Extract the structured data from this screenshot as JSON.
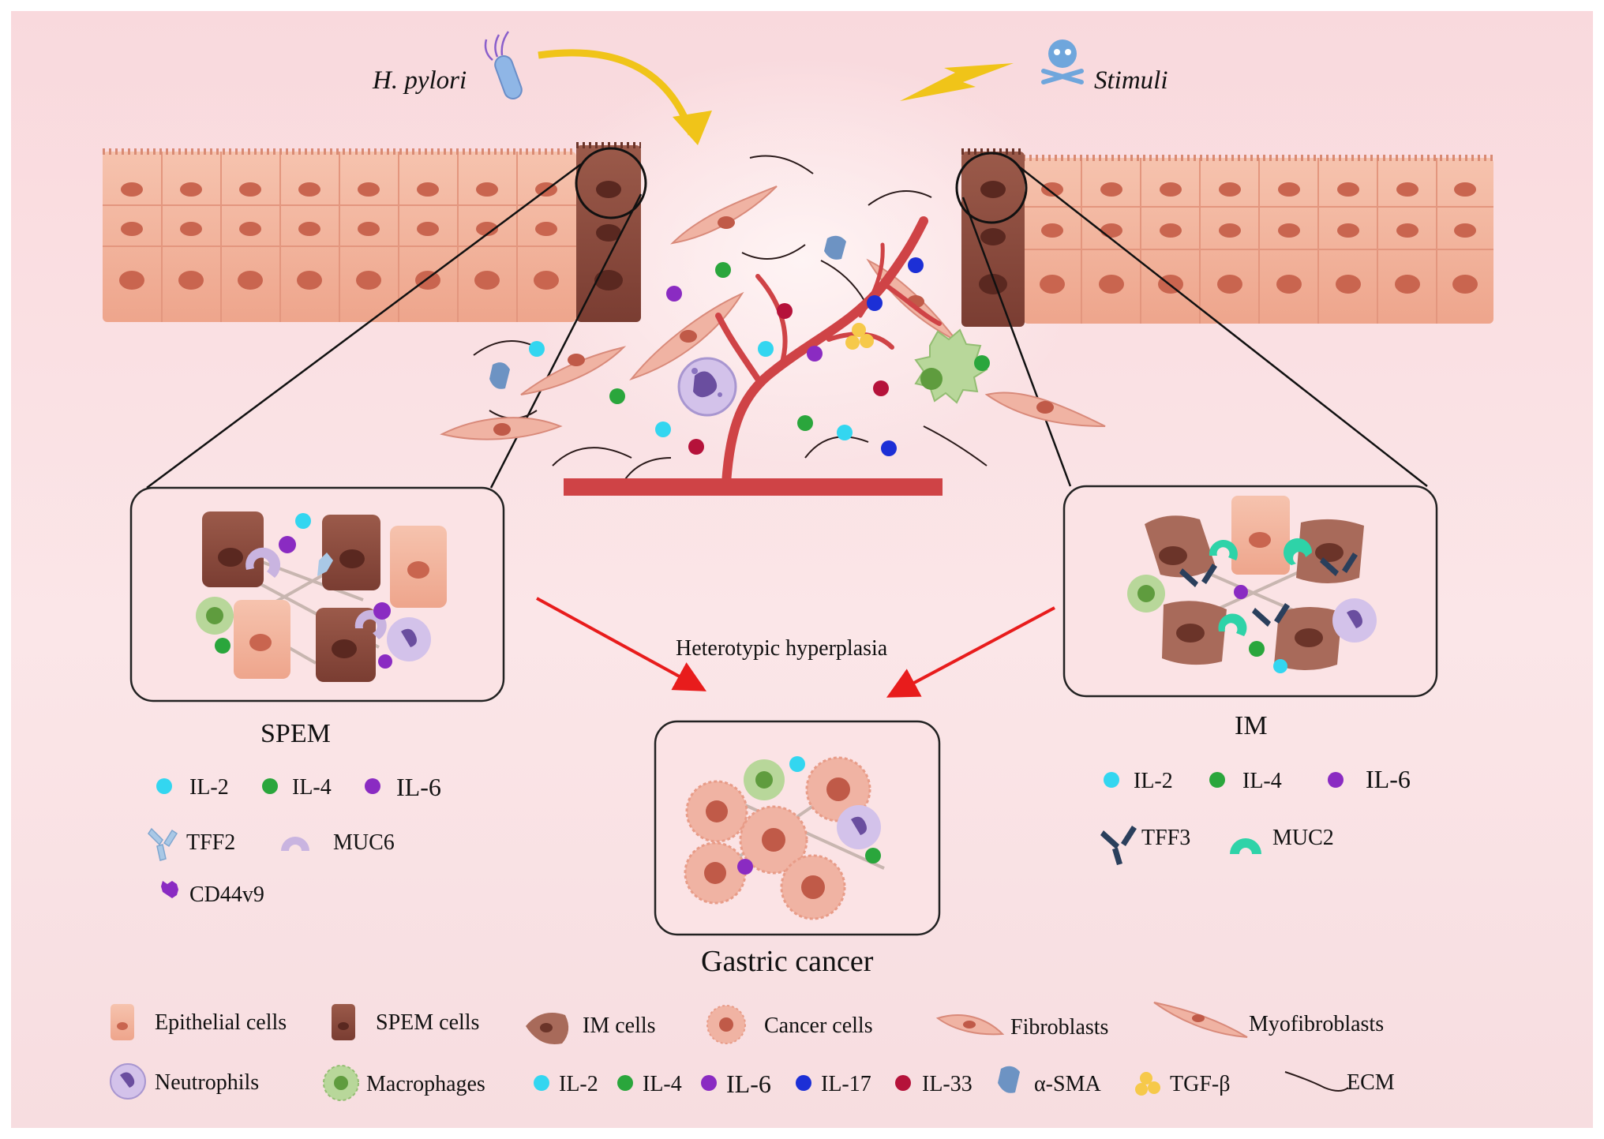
{
  "top": {
    "hpylori_label": "H. pylori",
    "stimuli_label": "Stimuli"
  },
  "center": {
    "hyperplasia_label": "Heterotypic hyperplasia",
    "gastric_cancer_label": "Gastric cancer"
  },
  "spem": {
    "title": "SPEM",
    "legend": {
      "il2": "IL-2",
      "il4": "IL-4",
      "il6": "IL-6",
      "tff2": "TFF2",
      "muc6": "MUC6",
      "cd44v9": "CD44v9"
    }
  },
  "im": {
    "title": "IM",
    "legend": {
      "il2": "IL-2",
      "il4": "IL-4",
      "il6": "IL-6",
      "tff3": "TFF3",
      "muc2": "MUC2"
    }
  },
  "legend": {
    "epithelial": "Epithelial cells",
    "spem_cells": "SPEM cells",
    "im_cells": "IM cells",
    "cancer_cells": "Cancer cells",
    "fibroblasts": "Fibroblasts",
    "myofibroblasts": "Myofibroblasts",
    "neutrophils": "Neutrophils",
    "macrophages": "Macrophages",
    "il2": "IL-2",
    "il4": "IL-4",
    "il6": "IL-6",
    "il17": "IL-17",
    "il33": "IL-33",
    "asma": "α-SMA",
    "tgfb": "TGF-β",
    "ecm": "ECM"
  },
  "colors": {
    "il2": "#33d6f0",
    "il4": "#2aa63c",
    "il6": "#8a2bc2",
    "il17": "#1c2fd6",
    "il33": "#b5123a",
    "tgfb": "#f6c94a",
    "epithelial": "#f1b39d",
    "spem": "#8a4a3e",
    "im": "#b07060",
    "vessel": "#cf4346",
    "arrow_yellow": "#f0c419",
    "arrow_red": "#e81c1c",
    "muc2": "#2ed3a8",
    "tff3": "#2a3f5c"
  }
}
